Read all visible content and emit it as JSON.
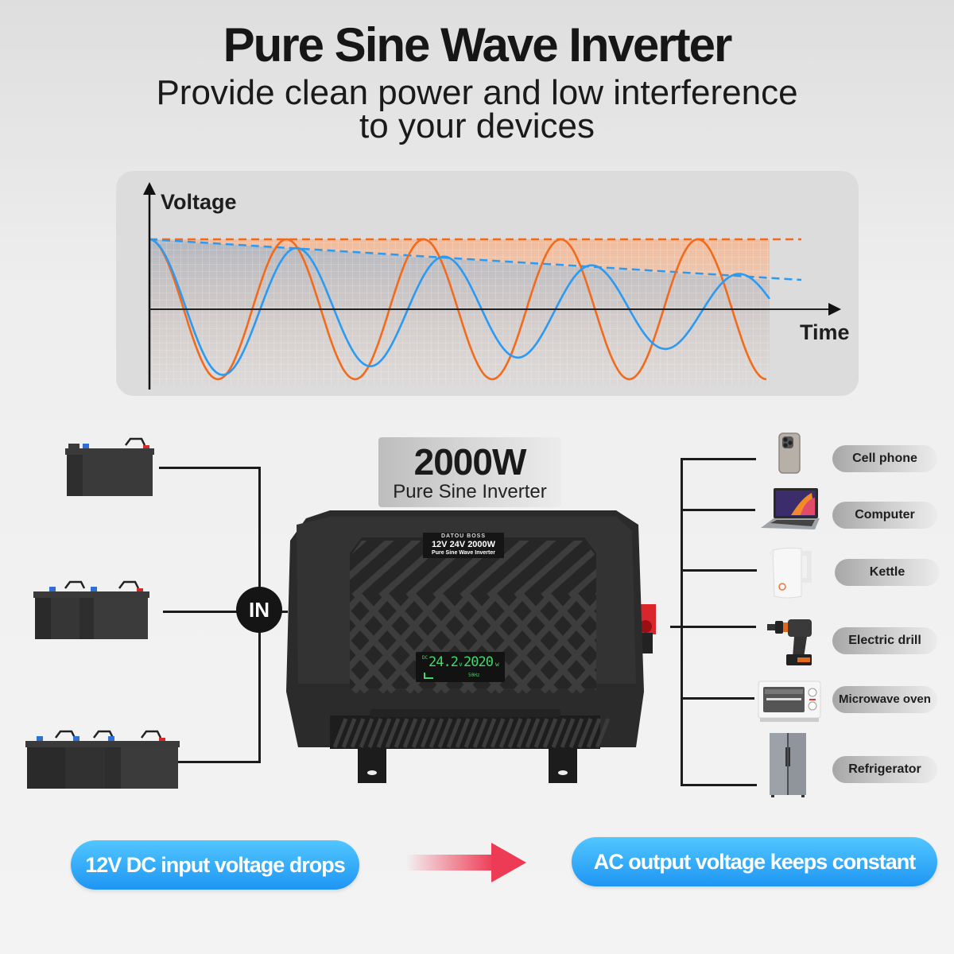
{
  "header": {
    "title": "Pure Sine Wave Inverter",
    "subtitle_line1": "Provide clean power and low interference",
    "subtitle_line2": "to your devices"
  },
  "chart_data": {
    "type": "line",
    "title": "",
    "ylabel": "Voltage",
    "xlabel": "Time",
    "grid": true,
    "colors": {
      "output": "#f26b1d",
      "input": "#2b9af3"
    },
    "series": [
      {
        "name": "AC output (constant amplitude)",
        "color": "#f26b1d",
        "style": "solid",
        "amplitude": [
          1.0,
          1.0
        ],
        "cycles": 4.5
      },
      {
        "name": "DC input (dropping amplitude)",
        "color": "#2b9af3",
        "style": "solid",
        "amplitude": [
          1.0,
          0.48
        ],
        "cycles": 4.2
      },
      {
        "name": "output envelope",
        "color": "#f26b1d",
        "style": "dashed",
        "level": [
          1.0,
          1.0
        ]
      },
      {
        "name": "input envelope",
        "color": "#2b9af3",
        "style": "dashed",
        "level": [
          1.0,
          0.42
        ]
      }
    ]
  },
  "inverter": {
    "badge_power": "2000W",
    "badge_type": "Pure Sine Inverter",
    "brand": "DATOU BOSS",
    "model_line": "12V 24V  2000W",
    "model_sub": "Pure Sine Wave Inverter",
    "display_dc": "DC",
    "display_voltage": "24.2",
    "display_voltage_unit": "v",
    "display_power": "2020",
    "display_power_unit": "w",
    "display_freq": "50Hz"
  },
  "input": {
    "node_label": "IN",
    "battery_groups": [
      {
        "count": 1
      },
      {
        "count": 2
      },
      {
        "count": 3
      }
    ]
  },
  "devices": [
    {
      "label": "Cell phone",
      "icon": "phone-icon"
    },
    {
      "label": "Computer",
      "icon": "laptop-icon"
    },
    {
      "label": "Kettle",
      "icon": "kettle-icon"
    },
    {
      "label": "Electric drill",
      "icon": "drill-icon"
    },
    {
      "label": "Microwave oven",
      "icon": "microwave-icon"
    },
    {
      "label": "Refrigerator",
      "icon": "refrigerator-icon"
    }
  ],
  "footer": {
    "left_banner": "12V DC input voltage drops",
    "right_banner": "AC output voltage keeps constant",
    "arrow_color": "#ee3b55",
    "banner_color": "#2ba6f7"
  }
}
